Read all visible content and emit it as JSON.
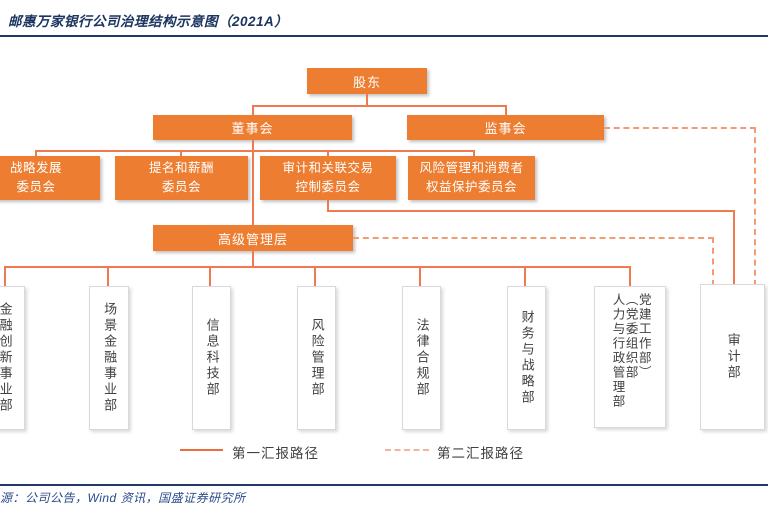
{
  "title": "邮惠万家银行公司治理结构示意图（2021A）",
  "source_note": "源：公司公告，Wind 资讯，国盛证券研究所",
  "colors": {
    "node_fill": "#ed7d31",
    "connector_solid": "#f0794f",
    "connector_dashed": "#f19c73",
    "heading_navy": "#1f3864",
    "department_text": "#404040"
  },
  "nodes": {
    "shareholders": "股东",
    "board": "董事会",
    "supervisory_board": "监事会",
    "senior_management": "高级管理层"
  },
  "committees": [
    {
      "line1": "战略发展",
      "line2": "委员会"
    },
    {
      "line1": "提名和薪酬",
      "line2": "委员会"
    },
    {
      "line1": "审计和关联交易",
      "line2": "控制委员会"
    },
    {
      "line1": "风险管理和消费者",
      "line2": "权益保护委员会"
    }
  ],
  "departments": [
    {
      "label": "金融创新事业部"
    },
    {
      "label": "场景金融事业部"
    },
    {
      "label": "信息科技部"
    },
    {
      "label": "风险管理部"
    },
    {
      "label": "法律合规部"
    },
    {
      "label": "财务与战略部"
    },
    {
      "columns": [
        "人力与行政管理部",
        "（党委组织部",
        "党建工作部）"
      ]
    },
    {
      "label": "审计部"
    }
  ],
  "legend": [
    {
      "label": "第一汇报路径",
      "style": "solid"
    },
    {
      "label": "第二汇报路径",
      "style": "dashed"
    }
  ]
}
